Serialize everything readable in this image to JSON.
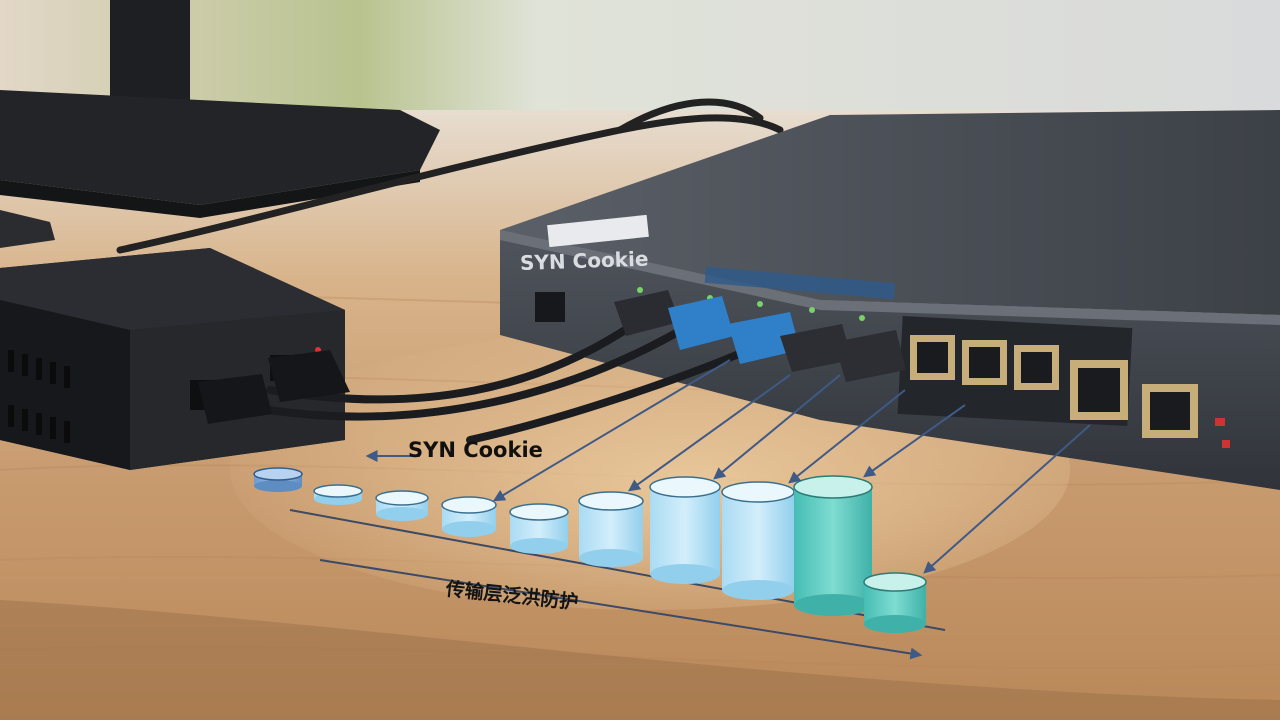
{
  "device": {
    "label": "SYN Cookie"
  },
  "captions": {
    "syn_cookie": "SYN Cookie",
    "transport_flood": "传输层泛洪防护"
  },
  "colors": {
    "desk": "#c9a27a",
    "switch_body": "#4a4f57",
    "cylinder_light": "#bfe6f7",
    "cylinder_teal": "#59c9c0",
    "arrow": "#3f5a86"
  },
  "visual_levels": {
    "cylinder_relative_heights": [
      0.05,
      0.05,
      0.1,
      0.14,
      0.22,
      0.34,
      0.48,
      0.55,
      0.62,
      0.22
    ]
  }
}
